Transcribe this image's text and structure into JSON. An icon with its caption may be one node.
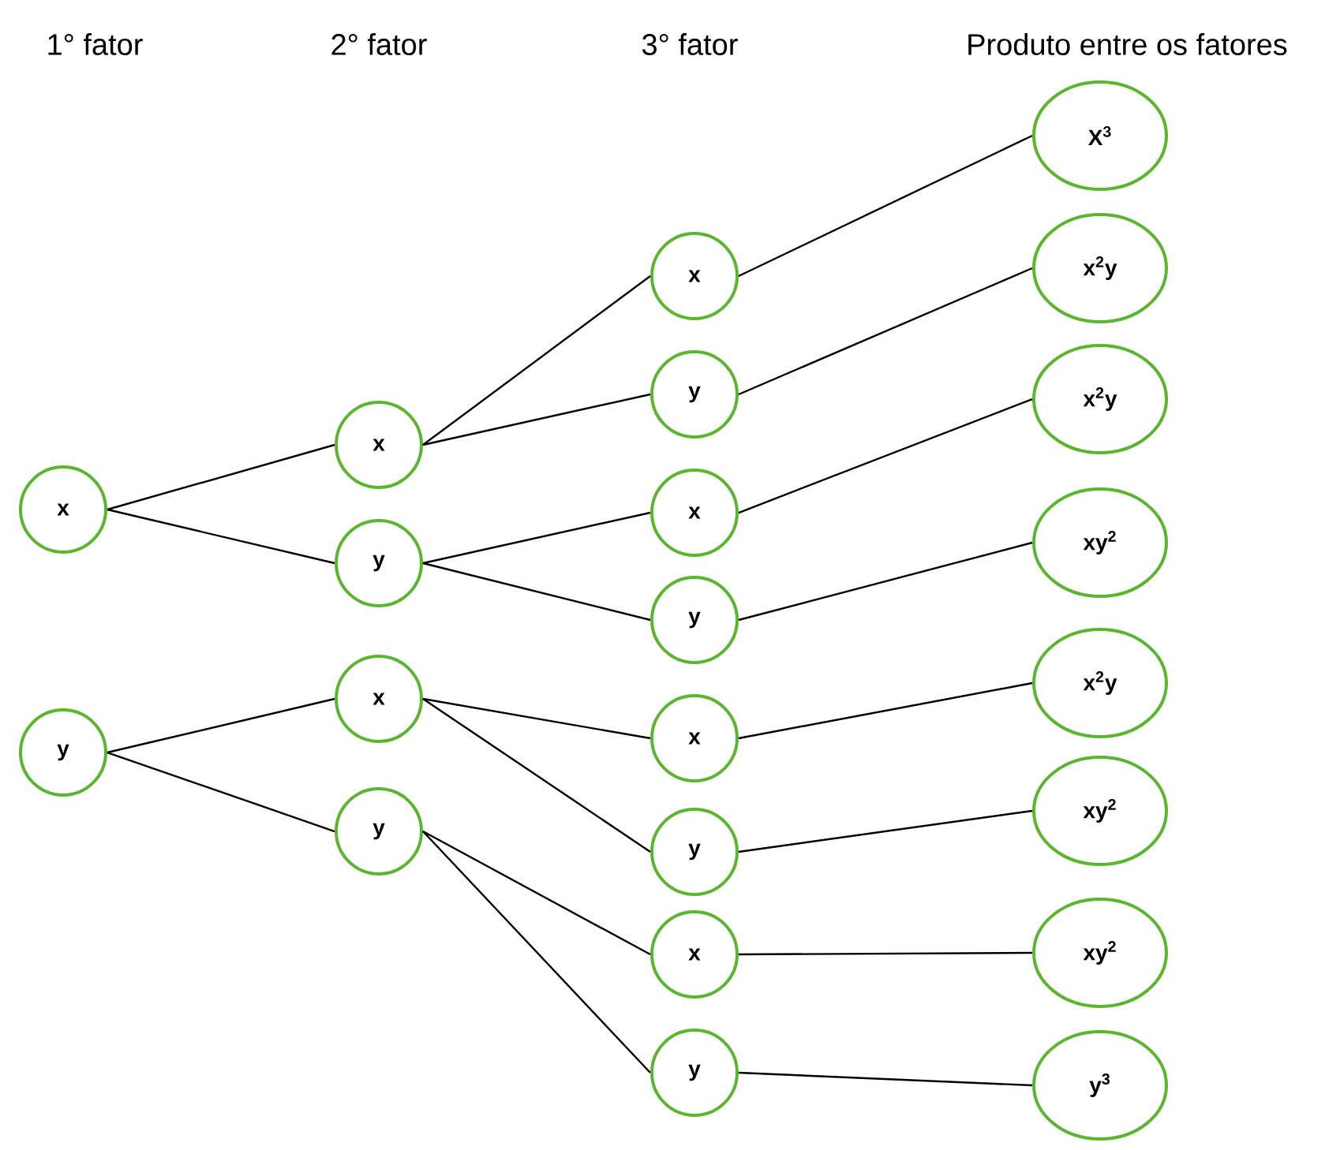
{
  "diagram": {
    "nodes": [
      {
        "text": [
          "x"
        ]
      },
      {
        "text": [
          "y"
        ]
      },
      {
        "text": [
          "x"
        ]
      },
      {
        "text": [
          "y"
        ]
      },
      {
        "text": [
          "x"
        ]
      },
      {
        "text": [
          "y"
        ]
      },
      {
        "text": [
          "x"
        ]
      },
      {
        "text": [
          "y"
        ]
      },
      {
        "text": [
          "x"
        ]
      },
      {
        "text": [
          "y"
        ]
      },
      {
        "text": [
          "x"
        ]
      },
      {
        "text": [
          "y"
        ]
      },
      {
        "text": [
          "x"
        ]
      },
      {
        "text": [
          "y"
        ]
      },
      {
        "text": [
          "X$^{3}$"
        ]
      },
      {
        "text": [
          "x$^{2}$y"
        ]
      },
      {
        "text": [
          "x$^{2}$y"
        ]
      },
      {
        "text": [
          "xy$^{2}$"
        ]
      },
      {
        "text": [
          "x$^{2}$y"
        ]
      },
      {
        "text": [
          "xy$^{2}$"
        ]
      },
      {
        "text": [
          "xy$^{2}$"
        ]
      },
      {
        "text": [
          "y$^{3}$"
        ]
      }
    ],
    "edges": [
      {
        "from": 0,
        "to": 2,
        "arrow": "none"
      },
      {
        "from": 0,
        "to": 3,
        "arrow": "none"
      },
      {
        "from": 1,
        "to": 4,
        "arrow": "none"
      },
      {
        "from": 1,
        "to": 5,
        "arrow": "none"
      },
      {
        "from": 2,
        "to": 6,
        "arrow": "none"
      },
      {
        "from": 2,
        "to": 7,
        "arrow": "none"
      },
      {
        "from": 3,
        "to": 8,
        "arrow": "none"
      },
      {
        "from": 3,
        "to": 9,
        "arrow": "none"
      },
      {
        "from": 4,
        "to": 10,
        "arrow": "none"
      },
      {
        "from": 4,
        "to": 11,
        "arrow": "none"
      },
      {
        "from": 5,
        "to": 12,
        "arrow": "none"
      },
      {
        "from": 5,
        "to": 13,
        "arrow": "none"
      },
      {
        "from": 6,
        "to": 14,
        "arrow": "none"
      },
      {
        "from": 7,
        "to": 15,
        "arrow": "none"
      },
      {
        "from": 8,
        "to": 16,
        "arrow": "none"
      },
      {
        "from": 9,
        "to": 17,
        "arrow": "none"
      },
      {
        "from": 10,
        "to": 18,
        "arrow": "none"
      },
      {
        "from": 11,
        "to": 19,
        "arrow": "none"
      },
      {
        "from": 12,
        "to": 20,
        "arrow": "none"
      },
      {
        "from": 13,
        "to": 21,
        "arrow": "none"
      }
    ],
    "labels": [
      "1° fator",
      "2° fator",
      "3° fator",
      "Produto entre os fatores"
    ]
  }
}
